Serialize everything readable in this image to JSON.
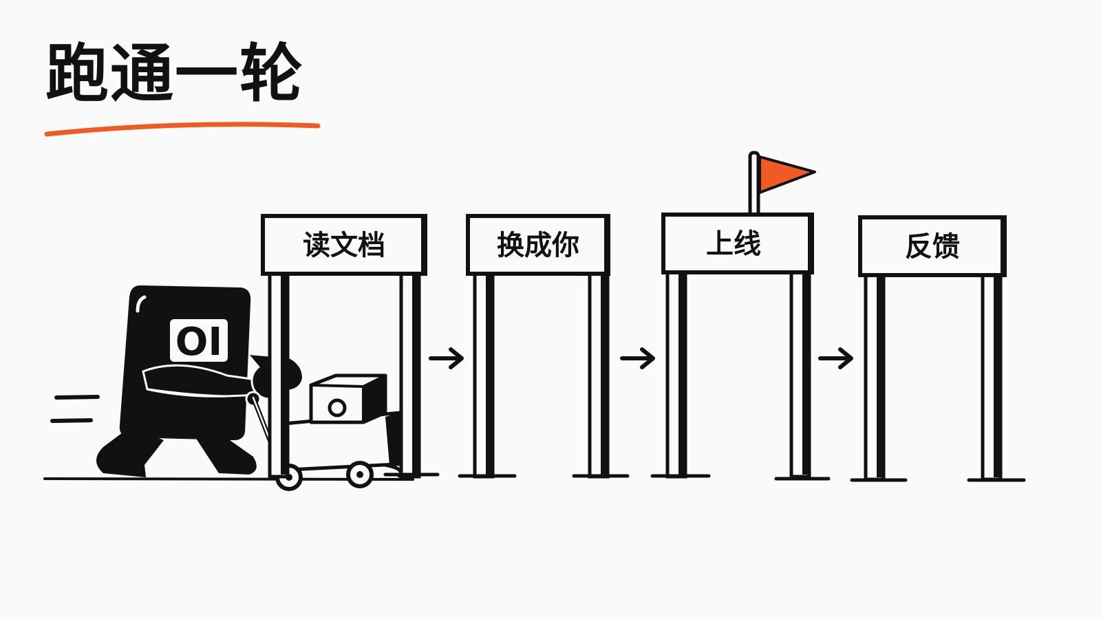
{
  "title": "跑通一轮",
  "colors": {
    "accent": "#f15a22",
    "ink": "#111111",
    "background": "#fafafa"
  },
  "mascot": {
    "badge_text": "OI"
  },
  "gates": [
    {
      "label": "读文档"
    },
    {
      "label": "换成你"
    },
    {
      "label": "上线",
      "flag": true
    },
    {
      "label": "反馈"
    }
  ]
}
